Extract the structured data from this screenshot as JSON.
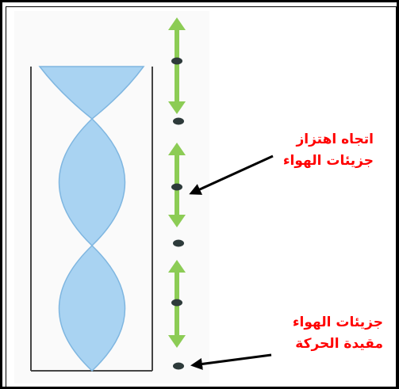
{
  "labels": {
    "vibration_direction": {
      "line1": "اتجاه اهتزاز",
      "line2": "جزيئات الهواء"
    },
    "fixed_molecules": {
      "line1": "جزيئات الهواء",
      "line2": "مقيدة الحركة"
    }
  },
  "colors": {
    "wave_fill": "#a9d3f2",
    "wave_stroke": "#7fb6e0",
    "arrow_green": "#8ccc55",
    "molecule": "#2d3a3a",
    "label_red": "#ff0000",
    "pointer_black": "#000000"
  },
  "icons": {
    "vibration_arrow": "double-headed-vertical-arrow-icon",
    "air_molecule": "dot-icon",
    "pointer": "arrow-left-icon"
  }
}
